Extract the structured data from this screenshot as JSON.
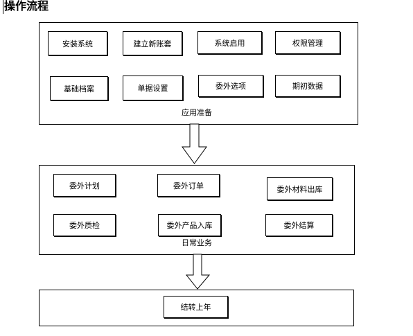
{
  "title": "操作流程",
  "setup": {
    "caption": "应用准备",
    "row1": [
      "安装系统",
      "建立新账套",
      "系统启用",
      "权限管理"
    ],
    "row2": [
      "基础档案",
      "单据设置",
      "委外选项",
      "期初数据"
    ]
  },
  "daily": {
    "caption": "日常业务",
    "row1": [
      "委外计划",
      "委外订单",
      "委外材料出库"
    ],
    "row2": [
      "委外质检",
      "委外产品入库",
      "委外结算"
    ]
  },
  "close": {
    "item": "结转上年"
  }
}
